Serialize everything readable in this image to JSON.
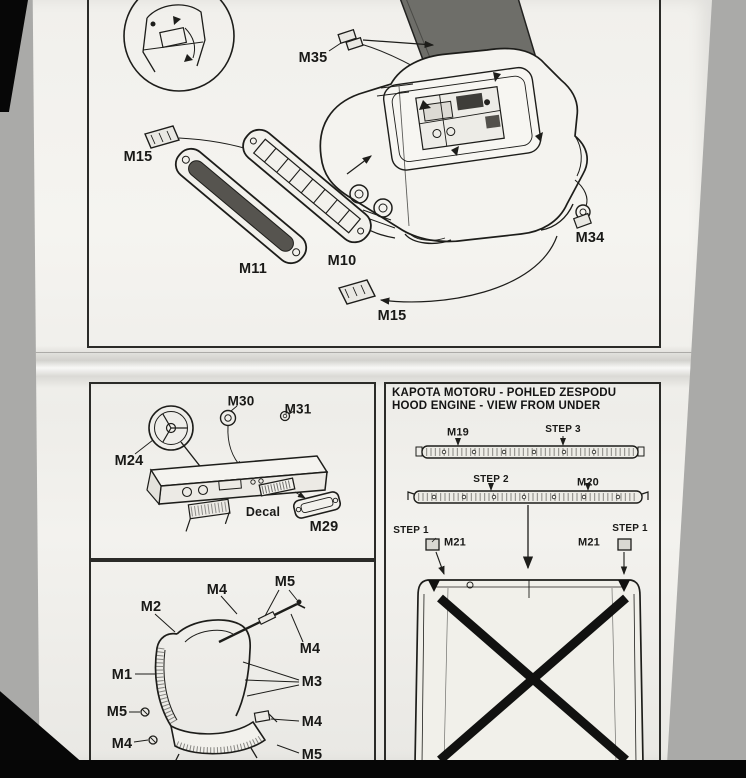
{
  "colors": {
    "backdrop": "#aaaaa8",
    "paper": "#f3f2ee",
    "ink": "#1a1a18",
    "hood_shade": "#6e6e69"
  },
  "top_panel": {
    "labels": {
      "m35": "M35",
      "m15_upper": "M15",
      "m11": "M11",
      "m10": "M10",
      "m34": "M34",
      "m15_lower": "M15"
    }
  },
  "dashboard_panel": {
    "labels": {
      "m30": "M30",
      "m31": "M31",
      "m24": "M24",
      "decal": "Decal",
      "m29": "M29"
    }
  },
  "seat_panel": {
    "labels": {
      "m4_top": "M4",
      "m5_top": "M5",
      "m2": "M2",
      "m4_right_upper": "M4",
      "m1": "M1",
      "m3": "M3",
      "m5_left": "M5",
      "m4_left_lower": "M4",
      "m4_right_lower": "M4",
      "m5_bottom": "M5"
    }
  },
  "hood_panel": {
    "title_cz": "KAPOTA MOTORU - POHLED ZESPODU",
    "title_en": "HOOD ENGINE - VIEW FROM UNDER",
    "labels": {
      "m19": "M19",
      "step3": "STEP 3",
      "step2": "STEP 2",
      "m20": "M20",
      "step1_left": "STEP 1",
      "m21_left": "M21",
      "m21_right": "M21",
      "step1_right": "STEP 1"
    }
  }
}
